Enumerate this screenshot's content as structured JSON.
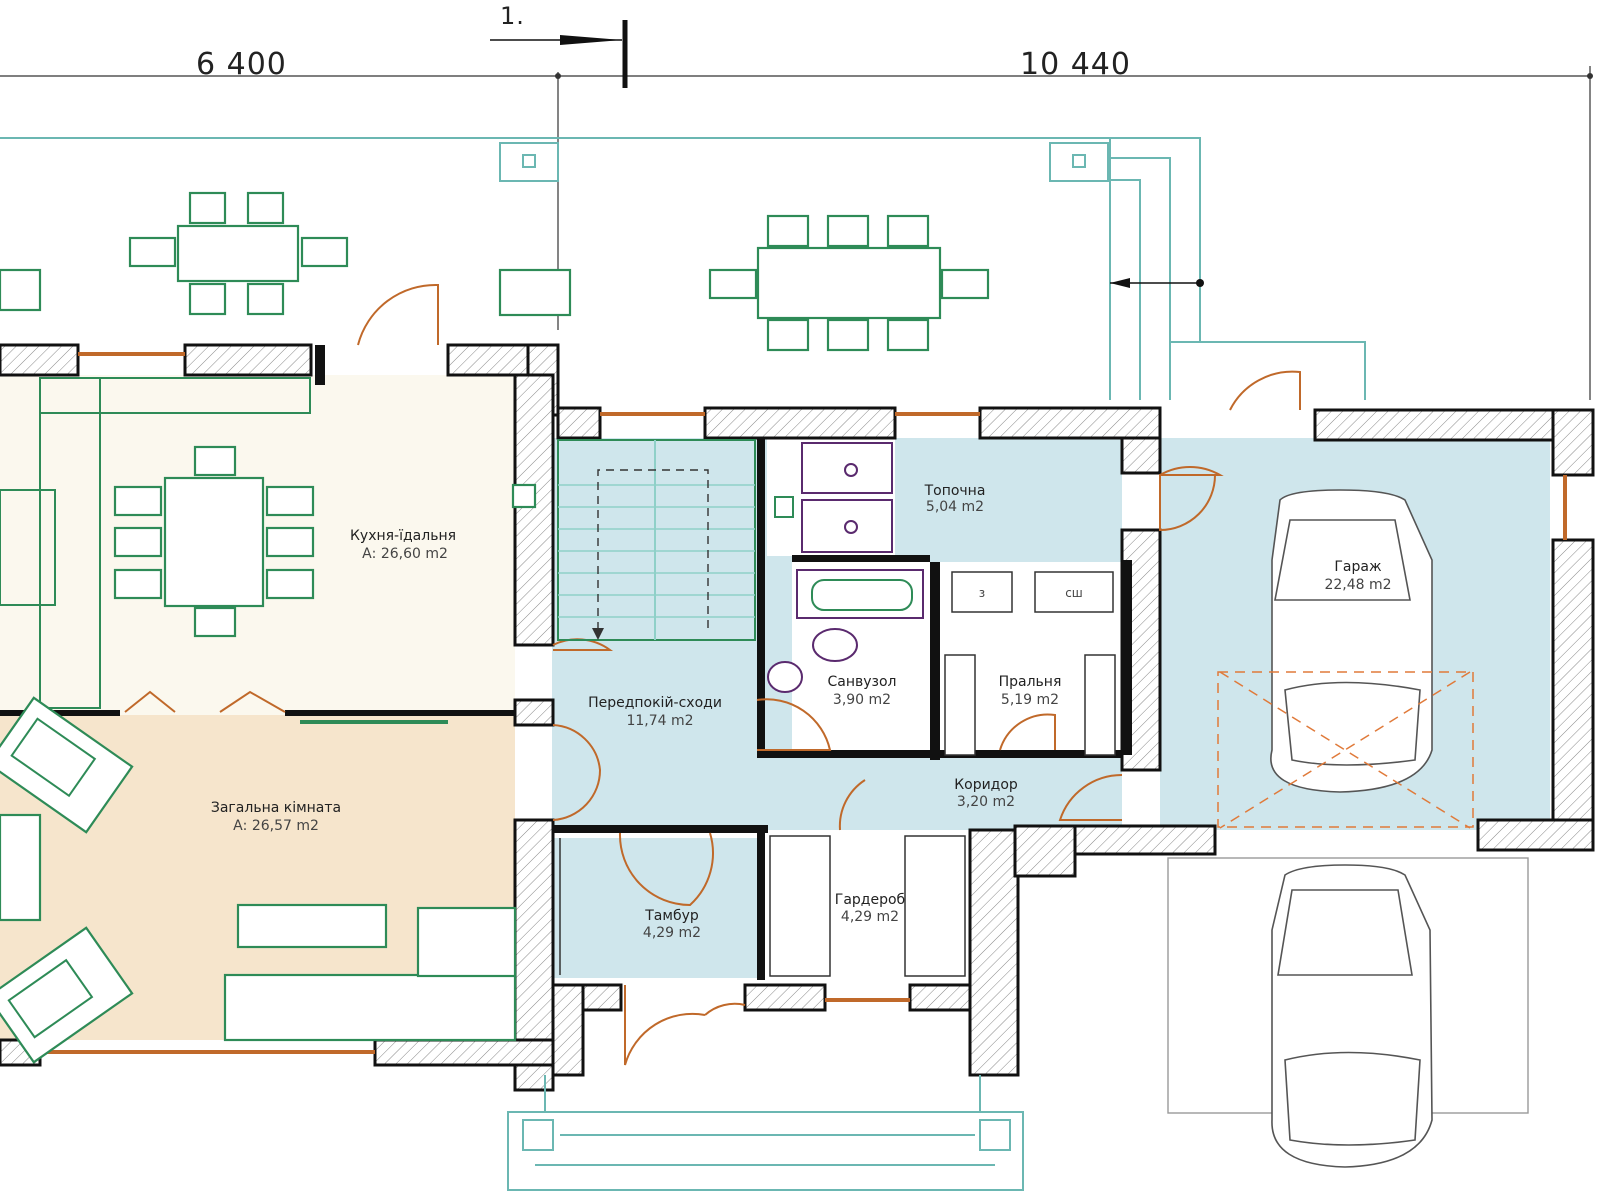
{
  "dimensions": {
    "left_span": "6 400",
    "right_span": "10 440",
    "section_marker": "1."
  },
  "rooms": {
    "kitchen": {
      "name": "Кухня-їдальня",
      "area": "А: 26,60 m2"
    },
    "living": {
      "name": "Загальна кімната",
      "area": "А: 26,57 m2"
    },
    "hall": {
      "name": "Передпокій-сходи",
      "area": "11,74 m2"
    },
    "boiler": {
      "name": "Топочна",
      "area": "5,04 m2"
    },
    "bathroom": {
      "name": "Санвузол",
      "area": "3,90 m2"
    },
    "laundry": {
      "name": "Пральня",
      "area": "5,19 m2"
    },
    "corridor": {
      "name": "Коридор",
      "area": "3,20 m2"
    },
    "garage": {
      "name": "Гараж",
      "area": "22,48 m2"
    },
    "vestibule": {
      "name": "Тамбур",
      "area": "4,29 m2"
    },
    "wardrobe": {
      "name": "Гардероб",
      "area": "4,29 m2"
    }
  },
  "appliances": {
    "dryer": "з",
    "washer": "сш"
  },
  "colors": {
    "kitchen_fill": "#fbf8ee",
    "living_fill": "#f6e5cc",
    "blue_fill": "#cfe6ec",
    "furniture": "#2e8b57",
    "door": "#c0692a",
    "terrace": "#6bb7b2"
  }
}
